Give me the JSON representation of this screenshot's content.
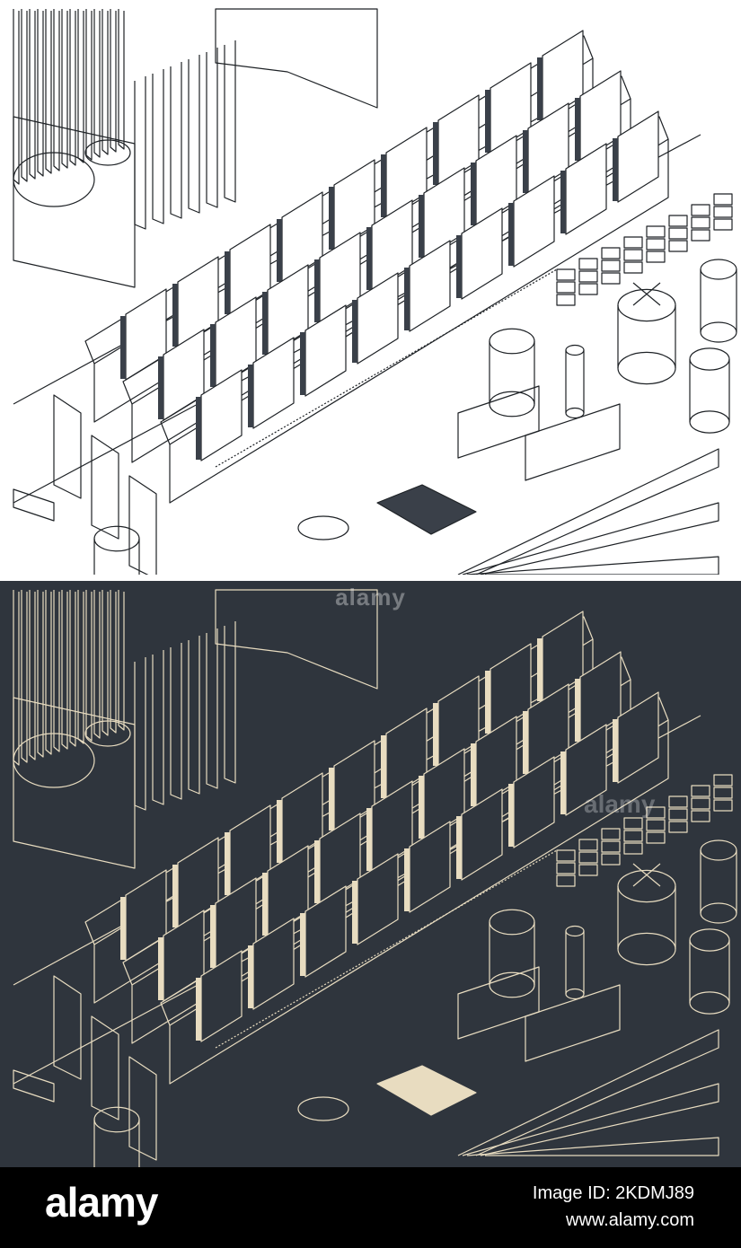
{
  "illustration": {
    "subject": "isometric motherboard with RAM memory modules",
    "light_panel": {
      "background": "#ffffff",
      "line_color": "#1e2226",
      "chip_color": "#3a4049"
    },
    "dark_panel": {
      "background": "#2f353d",
      "line_color": "#e8dcc0",
      "chip_fill": "#e8dcc0"
    }
  },
  "watermarks": {
    "top": "alamy",
    "middle": "alamy"
  },
  "footer": {
    "logo": "alamy",
    "image_id": "Image ID: 2KDMJ89",
    "url": "www.alamy.com",
    "background": "#000000"
  }
}
